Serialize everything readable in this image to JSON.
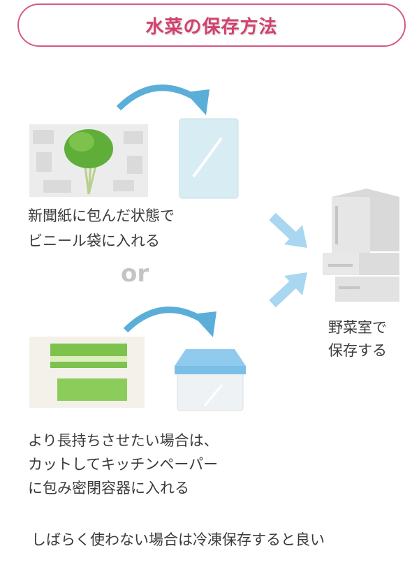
{
  "title": "水菜の保存方法",
  "step1": {
    "line1": "新聞紙に包んだ状態で",
    "line2": "ビニール袋に入れる"
  },
  "or_label": "or",
  "step2": {
    "line1": "より長持ちさせたい場合は、",
    "line2": "カットしてキッチンペーパー",
    "line3": "に包み密閉容器に入れる"
  },
  "fridge": {
    "line1": "野菜室で",
    "line2": "保存する"
  },
  "note": "しばらく使わない場合は冷凍保存すると良い",
  "colors": {
    "title": "#d3406c",
    "arrow": "#5aaed8",
    "arrow_light": "#a9d6f0"
  }
}
